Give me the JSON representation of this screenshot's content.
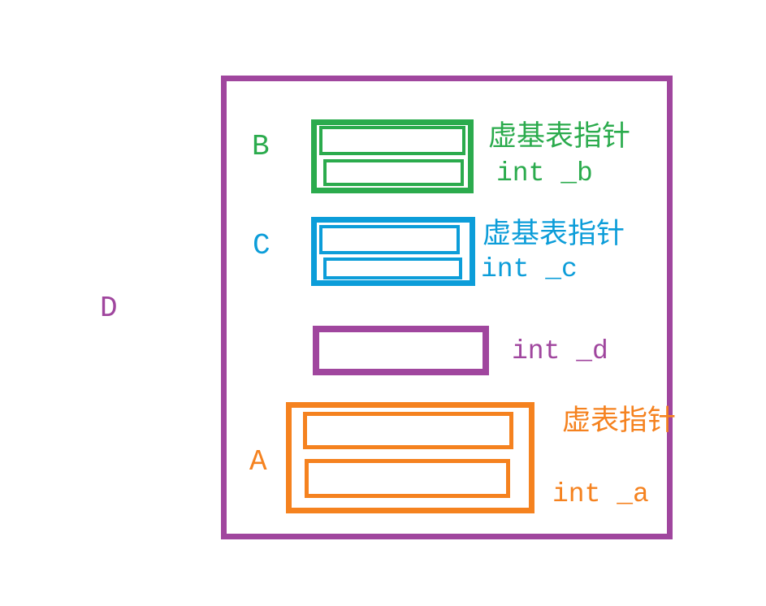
{
  "diagram": {
    "description_labels": {
      "container_label": "D"
    },
    "colors": {
      "purple": "#A0469E",
      "green": "#2BAB4D",
      "blue": "#0C9DD9",
      "orange": "#F5821F"
    },
    "sections": [
      {
        "label": "B",
        "pointer_label": "虚基表指针",
        "member_label": "int _b",
        "color": "#2BAB4D",
        "slots": 2
      },
      {
        "label": "C",
        "pointer_label": "虚基表指针",
        "member_label": "int _c",
        "color": "#0C9DD9",
        "slots": 2
      },
      {
        "label": "",
        "pointer_label": "",
        "member_label": "int _d",
        "color": "#A0469E",
        "slots": 1
      },
      {
        "label": "A",
        "pointer_label": "虚表指针",
        "member_label": "int _a",
        "color": "#F5821F",
        "slots": 2
      }
    ]
  }
}
